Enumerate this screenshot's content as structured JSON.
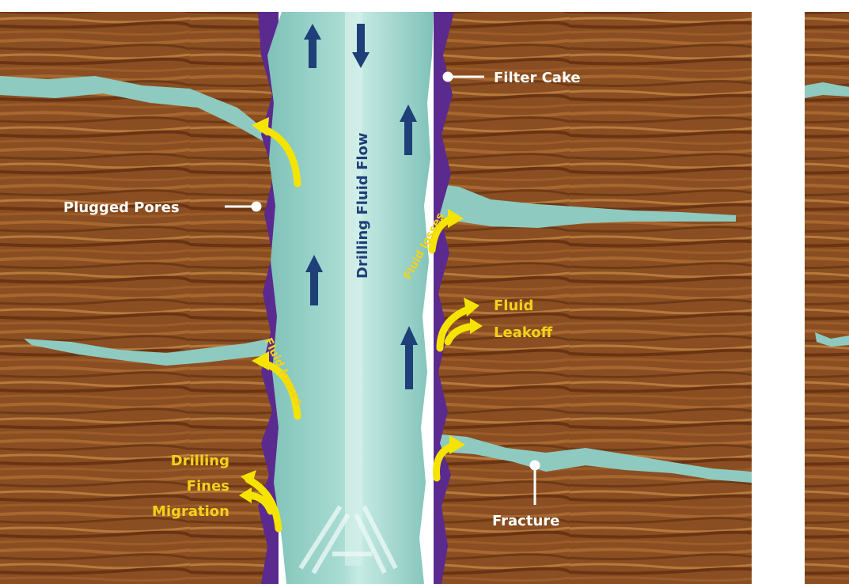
{
  "labels": {
    "filter_cake": "Filter Cake",
    "plugged_pores": "Plugged Pores",
    "drilling_fluid_flow": "Drilling Fluid Flow",
    "fluid_losses": "Fluid losses",
    "fluid_leakoff_line1": "Fluid",
    "fluid_leakoff_line2": "Leakoff",
    "fines_line1": "Drilling",
    "fines_line2": "Fines",
    "fines_line3": "Migration",
    "fracture": "Fracture"
  },
  "colors": {
    "rock": "#8a4e22",
    "rock_dark": "#6e3a16",
    "rock_light": "#b07338",
    "fluid": "#8fcac0",
    "fluid_light": "#bfe4dc",
    "filter_cake": "#5b2a8e",
    "flow_arrow": "#1e3f78",
    "loss_arrow": "#f4e400",
    "label_white": "#ffffff",
    "label_yellow": "#f2d21a"
  }
}
